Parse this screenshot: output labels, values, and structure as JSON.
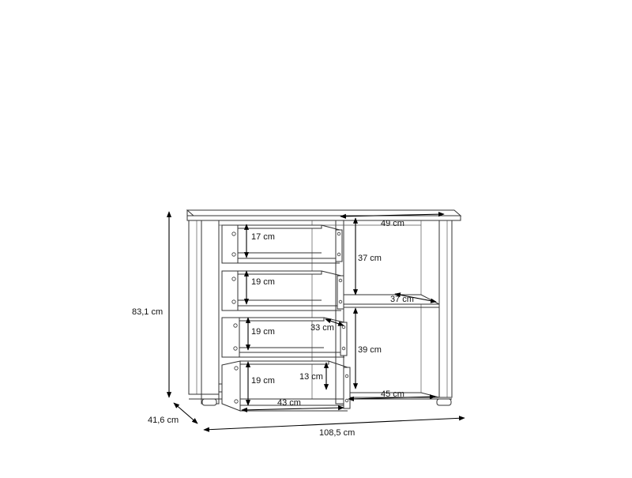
{
  "dimensions": {
    "height_total": "83,1 cm",
    "depth_total": "41,6 cm",
    "width_total": "108,5 cm",
    "drawer_1_height": "17 cm",
    "drawer_2_height": "19 cm",
    "drawer_3_height": "19 cm",
    "drawer_4_height": "19 cm",
    "drawer_inner_depth": "33 cm",
    "drawer_inner_height": "13 cm",
    "drawer_inner_width": "43 cm",
    "shelf_top_width": "49 cm",
    "compartment_upper_height": "37 cm",
    "shelf_depth": "37 cm",
    "compartment_lower_height": "39 cm",
    "compartment_bottom_width": "45 cm"
  },
  "colors": {
    "line": "#333333",
    "dimension": "#000000",
    "background": "#ffffff"
  }
}
